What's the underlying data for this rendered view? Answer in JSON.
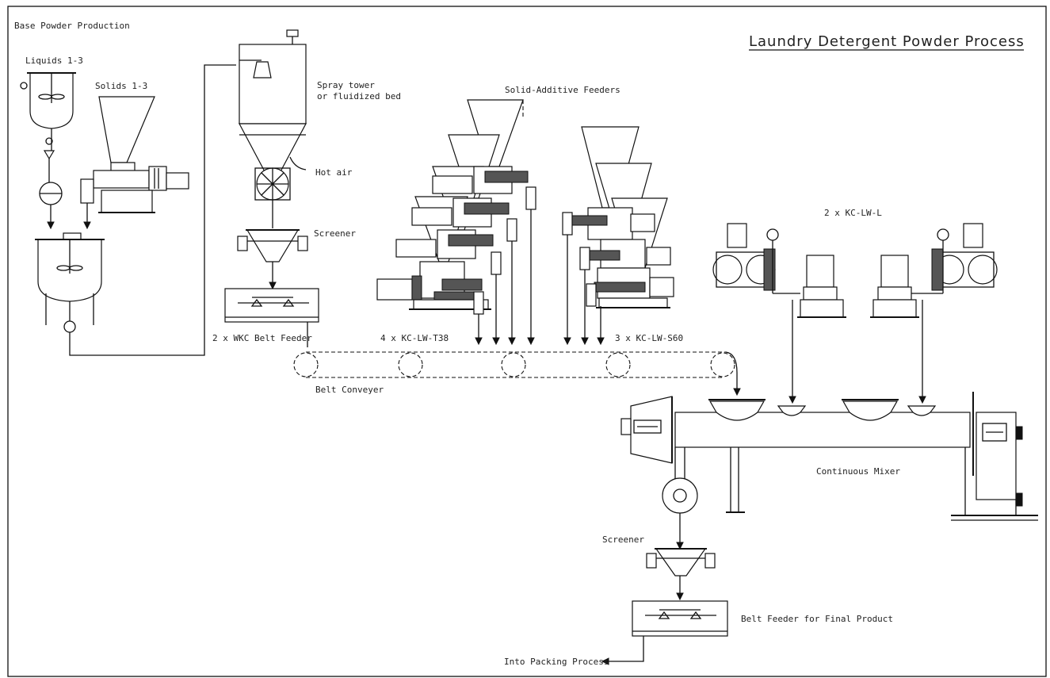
{
  "diagram": {
    "title": "Laundry Detergent Powder Process",
    "labels": {
      "base_powder_production": "Base Powder Production",
      "liquids": "Liquids 1-3",
      "solids": "Solids 1-3",
      "spray_tower_1": "Spray tower",
      "spray_tower_2": "or fluidized bed",
      "hot_air": "Hot air",
      "screener_top": "Screener",
      "wkc_belt_feeder": "2 x WKC Belt Feeder",
      "solid_additive_feeders": "Solid-Additive Feeders",
      "kc_lw_t38": "4 x KC-LW-T38",
      "kc_lw_s60": "3 x KC-LW-S60",
      "kc_lw_l": "2 x KC-LW-L",
      "belt_conveyer": "Belt Conveyer",
      "continuous_mixer": "Continuous Mixer",
      "screener_bottom": "Screener",
      "belt_feeder_final": "Belt Feeder for Final Product",
      "into_packing": "Into Packing Process"
    }
  }
}
